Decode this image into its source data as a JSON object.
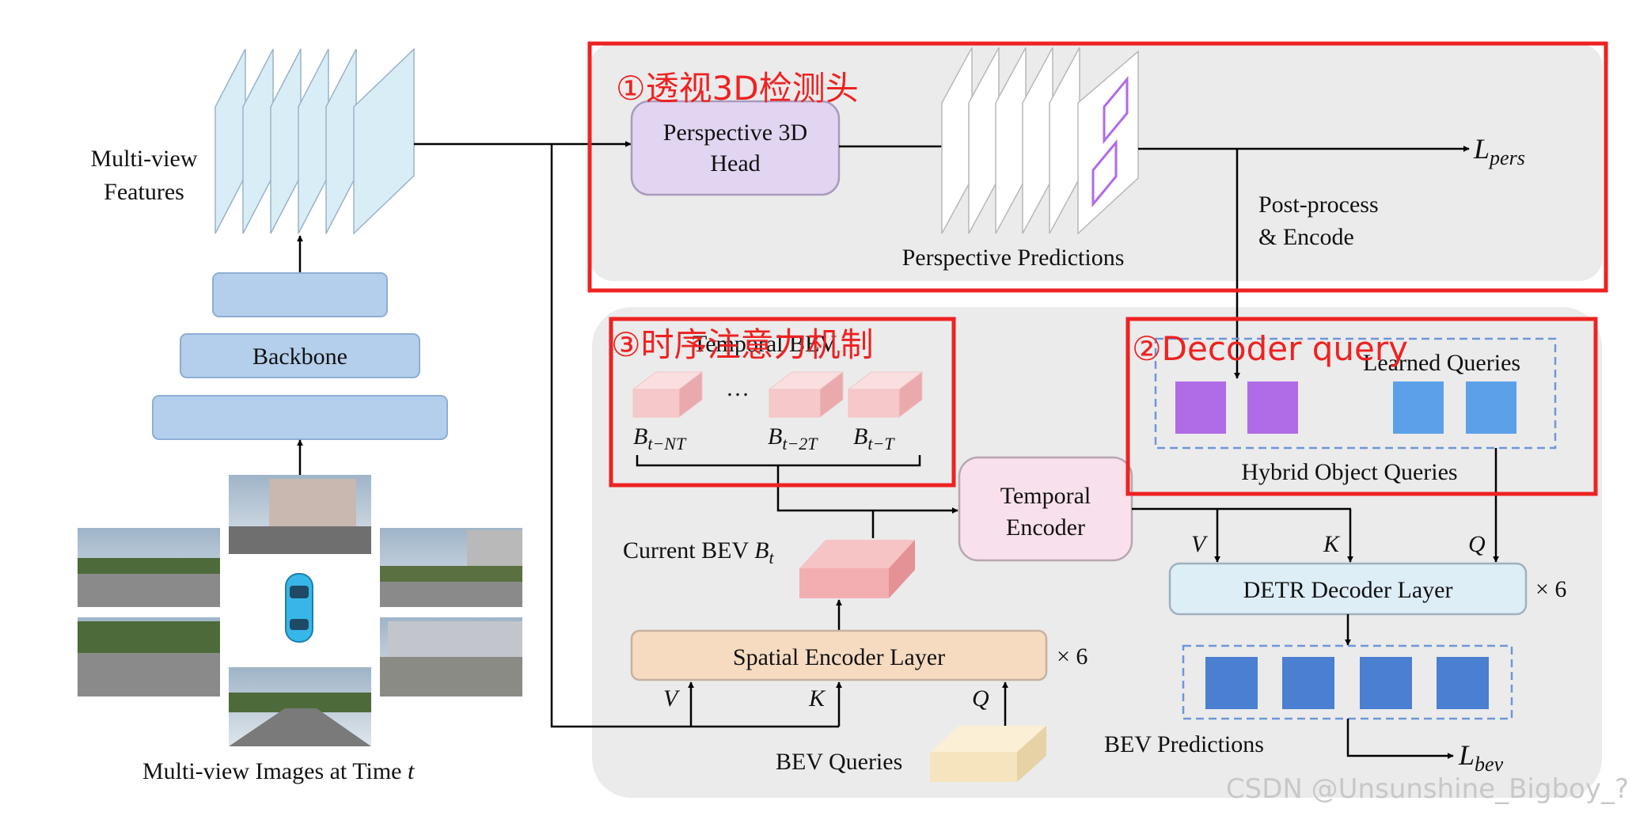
{
  "labels": {
    "multiview_features_1": "Multi-view",
    "multiview_features_2": "Features",
    "backbone": "Backbone",
    "multiview_images": "Multi-view Images at Time",
    "time_var": "t",
    "persp_head_1": "Perspective 3D",
    "persp_head_2": "Head",
    "persp_predictions": "Perspective Predictions",
    "l_pers_main": "L",
    "l_pers_sub": "pers",
    "post_process_1": "Post-process",
    "post_process_2": "& Encode",
    "temporal_bev": "Temporal BEV",
    "ellipsis": "…",
    "b_nt_main": "B",
    "b_nt_sub": "t−NT",
    "b_2t_main": "B",
    "b_2t_sub": "t−2T",
    "b_t_main": "B",
    "b_t_sub": "t−T",
    "learned_queries": "Learned Queries",
    "hybrid_queries": "Hybrid Object Queries",
    "temporal_encoder_1": "Temporal",
    "temporal_encoder_2": "Encoder",
    "current_bev": "Current BEV",
    "current_bev_var": "B",
    "current_bev_sub": "t",
    "spatial_encoder": "Spatial Encoder Layer",
    "times6_spatial": "× 6",
    "detr_decoder": "DETR Decoder Layer",
    "times6_detr": "× 6",
    "v_spatial": "V",
    "k_spatial": "K",
    "q_spatial": "Q",
    "v_detr": "V",
    "k_detr": "K",
    "q_detr": "Q",
    "bev_queries": "BEV Queries",
    "bev_predictions": "BEV Predictions",
    "l_bev_main": "L",
    "l_bev_sub": "bev"
  },
  "annotations": {
    "persp_head_cn": "①透视3D检测头",
    "decoder_query_cn": "②Decoder query",
    "temporal_attn_cn": "③时序注意力机制"
  },
  "watermark": "CSDN @Unsunshine_Bigboy_?",
  "colors": {
    "annotation_red": "#ee2222",
    "panel_gray": "#ebebeb",
    "feature_fill": "#d9edf7",
    "backbone_fill": "#b4cfec",
    "persp_head_fill": "#e2d5f1",
    "spatial_fill": "#f6dbc1",
    "temporal_encoder_fill": "#f8e0ec",
    "detr_fill": "#ddeef7",
    "bev_pink": "#f2b8bb",
    "bev_query_cream": "#f7e6c0",
    "query_purple": "#b06be6",
    "query_blue": "#5aa1ea",
    "pred_blue": "#4a7fd1"
  }
}
